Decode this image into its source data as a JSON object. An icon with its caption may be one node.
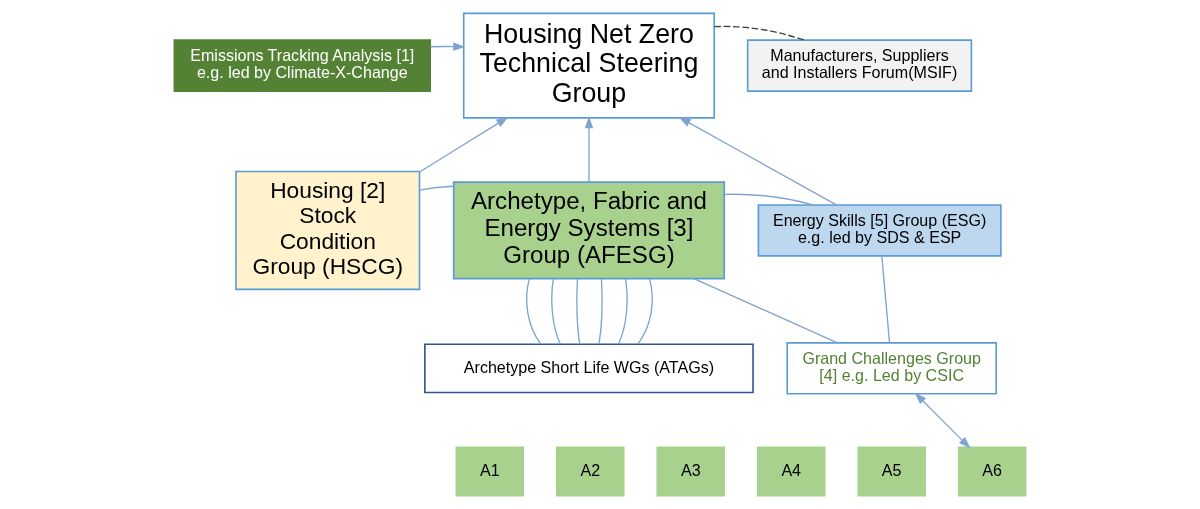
{
  "diagram": {
    "nodes": [
      {
        "text": [
          "Housing Net Zero Technical Steering Group"
        ]
      },
      {
        "text": [
          "Emissions Tracking Analysis [1]",
          "e.g. led by Climate-X-Change"
        ]
      },
      {
        "text": [
          "Manufacturers, Suppliers and Installers Forum(MSIF)"
        ]
      },
      {
        "text": [
          "Housing [2] Stock Condition Group (HSCG)"
        ]
      },
      {
        "text": [
          "Archetype, Fabric and Energy Systems [3] Group (AFESG)"
        ]
      },
      {
        "text": [
          "Energy Skills [5] Group (ESG)",
          "e.g. led by SDS & ESP"
        ]
      },
      {
        "text": [
          "Grand Challenges Group [4] e.g. Led by CSIC"
        ]
      },
      {
        "text": [
          "Archetype Short Life WGs (ATAGs)"
        ]
      },
      {
        "text": [
          "A1"
        ]
      },
      {
        "text": [
          "A2"
        ]
      },
      {
        "text": [
          "A3"
        ]
      },
      {
        "text": [
          "A4"
        ]
      },
      {
        "text": [
          "A5"
        ]
      },
      {
        "text": [
          "A6"
        ]
      }
    ],
    "edges": [
      {
        "from": 1,
        "to": 0,
        "arrow": "to"
      },
      {
        "from": 0,
        "to": 2,
        "arrow": "none",
        "style": "dashed",
        "color": "#404040"
      },
      {
        "from": 3,
        "to": 0,
        "arrow": "to"
      },
      {
        "from": 4,
        "to": 0,
        "arrow": "to"
      },
      {
        "from": 5,
        "to": 0,
        "arrow": "to"
      },
      {
        "from": 3,
        "to": 4,
        "arrow": "none"
      },
      {
        "from": 4,
        "to": 5,
        "arrow": "none"
      },
      {
        "from": 4,
        "to": 6,
        "arrow": "none"
      },
      {
        "from": 5,
        "to": 6,
        "arrow": "none"
      },
      {
        "from": 4,
        "to": 7,
        "arrow": "none"
      },
      {
        "from": 4,
        "to": 7,
        "arrow": "none"
      },
      {
        "from": 4,
        "to": 7,
        "arrow": "none"
      },
      {
        "from": 4,
        "to": 7,
        "arrow": "none"
      },
      {
        "from": 4,
        "to": 7,
        "arrow": "none"
      },
      {
        "from": 4,
        "to": 7,
        "arrow": "none"
      },
      {
        "from": 13,
        "to": 6,
        "arrow": "both"
      }
    ]
  }
}
